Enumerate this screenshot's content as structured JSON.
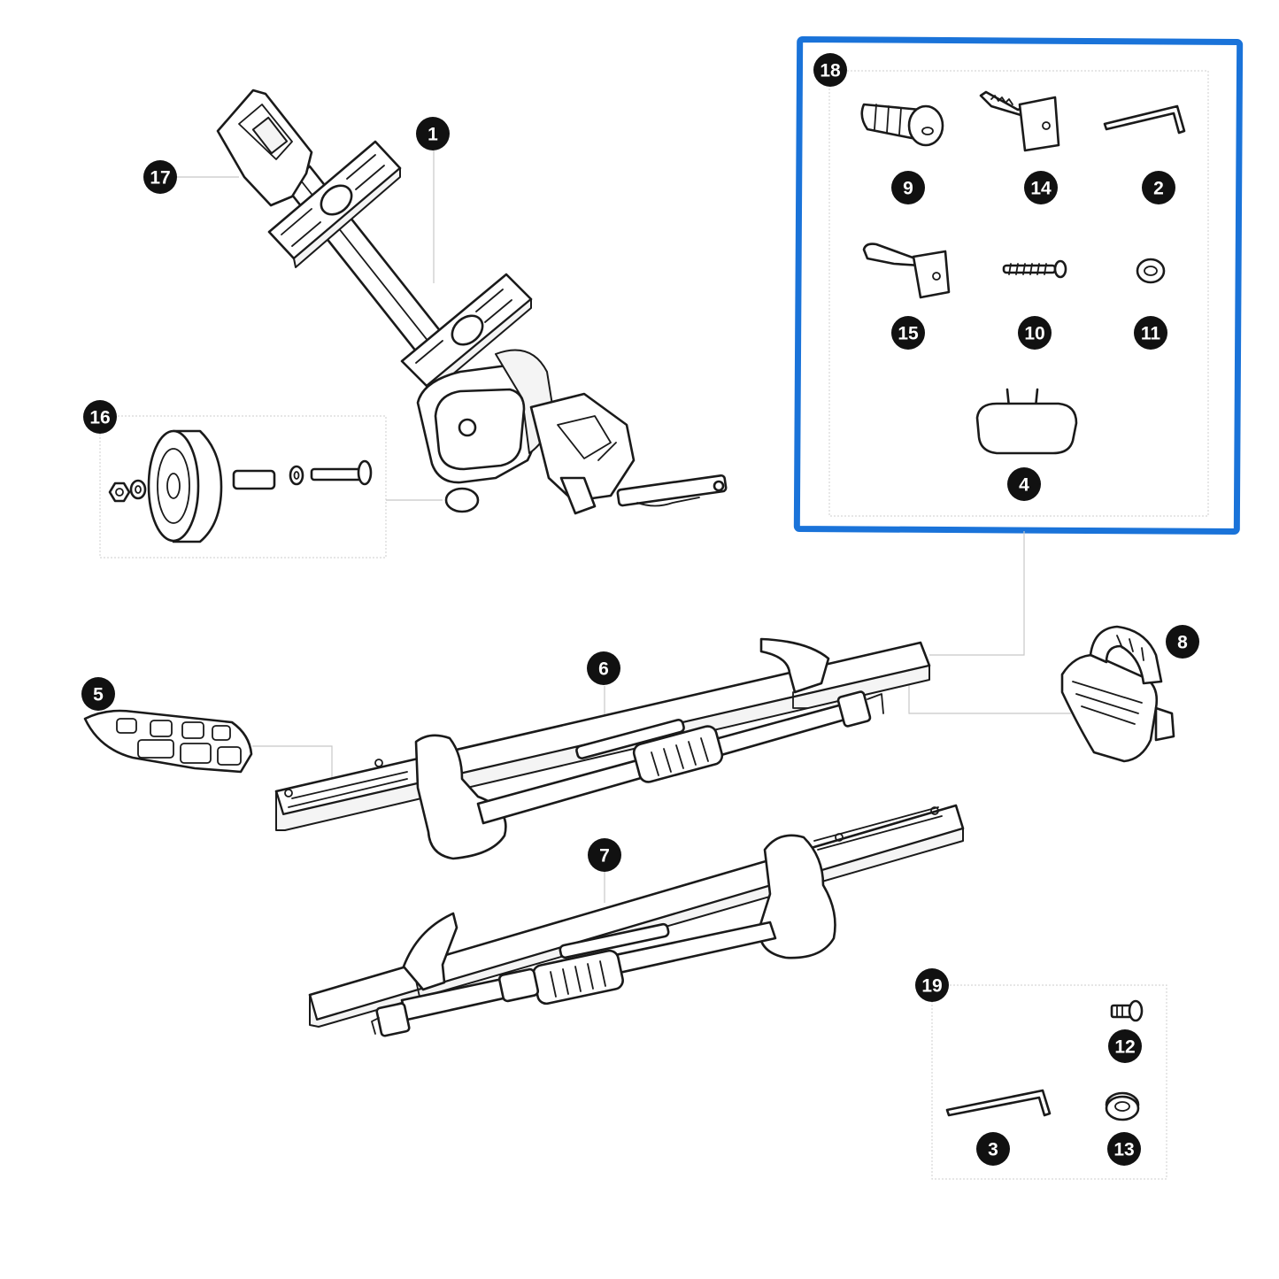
{
  "colors": {
    "highlight_frame": "#1a73d9",
    "callout_fill": "#111111",
    "callout_text": "#ffffff",
    "line_art": "#1a1a1a",
    "leader_line": "#c8c8c8"
  },
  "callouts": {
    "c1": "1",
    "c2": "2",
    "c3": "3",
    "c4": "4",
    "c5": "5",
    "c6": "6",
    "c7": "7",
    "c8": "8",
    "c9": "9",
    "c10": "10",
    "c11": "11",
    "c12": "12",
    "c13": "13",
    "c14": "14",
    "c15": "15",
    "c16": "16",
    "c17": "17",
    "c18": "18",
    "c19": "19"
  }
}
